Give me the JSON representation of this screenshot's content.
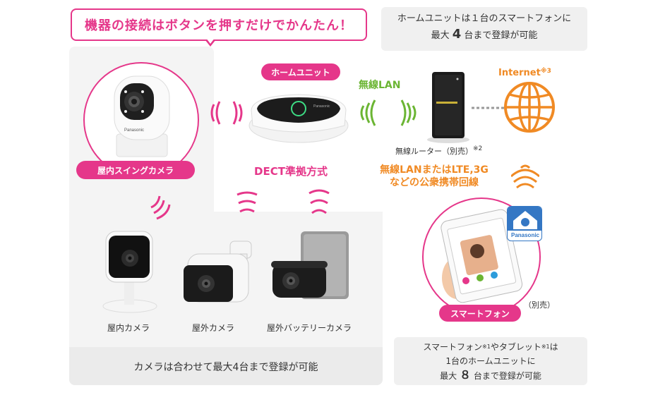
{
  "headline": "機器の接続はボタンを押すだけでかんたん！",
  "top_note": {
    "line1": "ホームユニットは１台のスマートフォンに",
    "line2_prefix": "最大",
    "line2_number": "4",
    "line2_suffix": "台まで登録が可能"
  },
  "home_unit_label": "ホームユニット",
  "home_unit_brand": "Panasonic",
  "swing_camera_label": "屋内スイングカメラ",
  "swing_camera_brand": "Panasonic",
  "dect_label": "DECT準拠方式",
  "wireless_lan_label": "無線LAN",
  "router_label": "無線ルーター（別売）",
  "router_note": "※2",
  "internet_label": "Internet",
  "internet_note": "※3",
  "network_text": {
    "line1": "無線LANまたはLTE,3G",
    "line2": "などの公衆携帯回線"
  },
  "app_icon_label": "Panasonic",
  "smartphone_label": "スマートフォン",
  "smartphone_sold_separately": "（別売）",
  "cameras": [
    {
      "label": "屋内カメラ"
    },
    {
      "label": "屋外カメラ"
    },
    {
      "label": "屋外バッテリーカメラ"
    }
  ],
  "camera_note": "カメラは合わせて最大4台まで登録が可能",
  "bottom_note": {
    "line1": "スマートフォン",
    "note1": "※1",
    "line1b": "やタブレット",
    "note1b": "※1",
    "line1c": "は",
    "line2": "1台のホームユニットに",
    "line3_prefix": "最大",
    "line3_number": "８",
    "line3_suffix": "台まで登録が可能"
  },
  "colors": {
    "accent_pink": "#e5378a",
    "lan_green": "#6bb533",
    "internet_orange": "#f08a24",
    "panel_gray": "#f4f4f4"
  }
}
